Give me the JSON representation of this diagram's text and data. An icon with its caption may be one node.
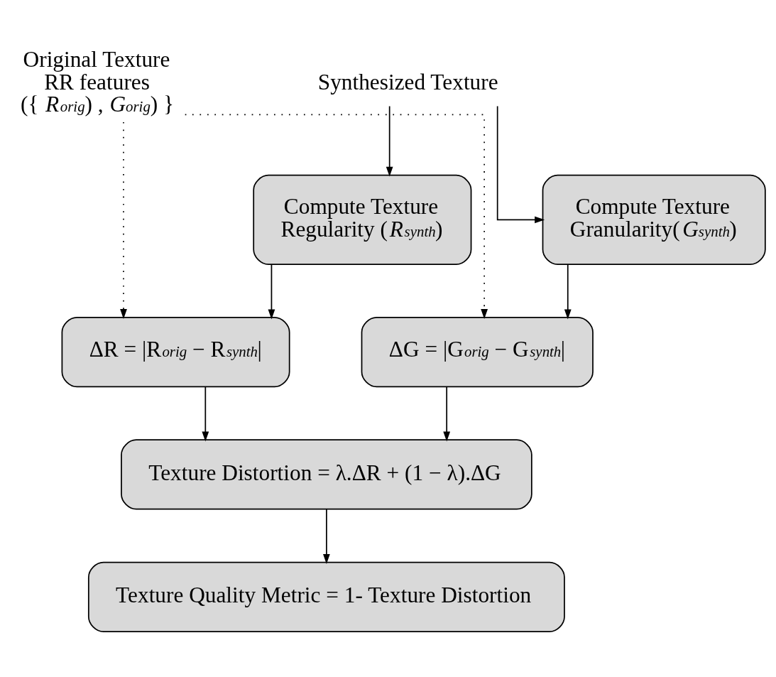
{
  "diagram": {
    "nodes": [
      {
        "text": [
          "Original Texture RR features ({ *R*$_{orig}$) , *G*$_{orig}$) }"
        ]
      },
      {
        "text": [
          "Synthesized Texture"
        ]
      },
      {
        "text": [
          "Compute Texture Regularity (*R*$_{synth}$)"
        ]
      },
      {
        "text": [
          "Compute Texture Granularity(*G*$_{synth}$)"
        ]
      },
      {
        "text": [
          "ΔR = |R$_{orig}$ − R$_{synth}$|"
        ]
      },
      {
        "text": [
          "ΔG = |G$_{orig}$ − G$_{synth}$|"
        ]
      },
      {
        "text": [
          "Texture Distortion = λ.ΔR + (1 − λ).ΔG"
        ]
      },
      {
        "text": [
          "Texture Quality Metric = 1- Texture Distortion"
        ]
      }
    ],
    "edges": [
      {
        "from": 1,
        "to": 2,
        "arrow": "to"
      },
      {
        "from": 1,
        "to": 3,
        "arrow": "to"
      },
      {
        "from": 0,
        "to": 4,
        "arrow": "to",
        "style": "dashed"
      },
      {
        "from": 0,
        "to": 5,
        "arrow": "to",
        "style": "dashed"
      },
      {
        "from": 2,
        "to": 4,
        "arrow": "to"
      },
      {
        "from": 3,
        "to": 5,
        "arrow": "to"
      },
      {
        "from": 4,
        "to": 6,
        "arrow": "to"
      },
      {
        "from": 5,
        "to": 6,
        "arrow": "to"
      },
      {
        "from": 6,
        "to": 7,
        "arrow": "to"
      }
    ]
  }
}
